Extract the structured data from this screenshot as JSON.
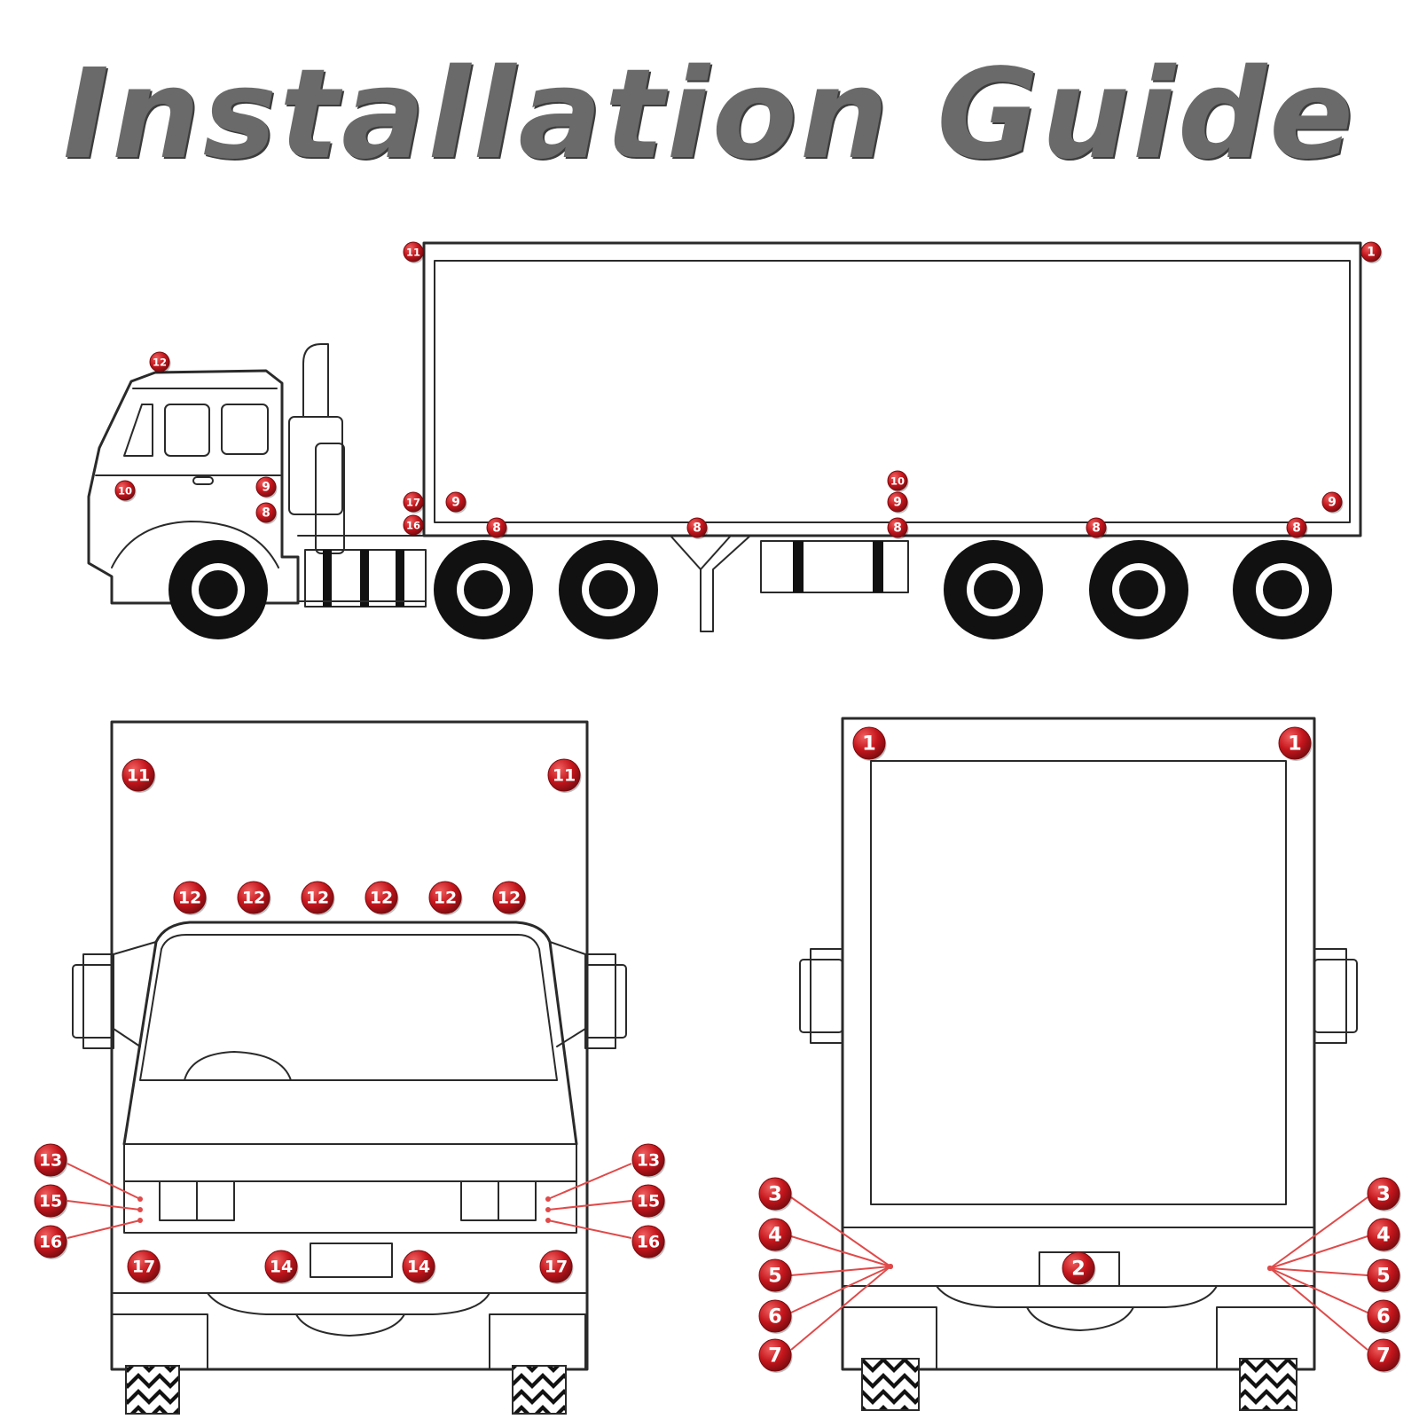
{
  "title": "Installation Guide",
  "colors": {
    "marker": "#c4161c",
    "marker_highlight": "#f06060",
    "title_text": "#6a6a6a",
    "outline": "#2a2a2a"
  },
  "side_view": {
    "markers": [
      "11",
      "1",
      "12",
      "10",
      "9",
      "8",
      "17",
      "16",
      "9",
      "8",
      "8",
      "10",
      "9",
      "8",
      "8",
      "8",
      "9"
    ]
  },
  "front_view": {
    "markers": [
      "11",
      "11",
      "12",
      "12",
      "12",
      "12",
      "12",
      "12",
      "13",
      "15",
      "16",
      "13",
      "15",
      "16",
      "17",
      "14",
      "14",
      "17"
    ]
  },
  "rear_view": {
    "markers": [
      "1",
      "1",
      "3",
      "4",
      "5",
      "6",
      "7",
      "3",
      "4",
      "5",
      "6",
      "7",
      "2"
    ]
  }
}
